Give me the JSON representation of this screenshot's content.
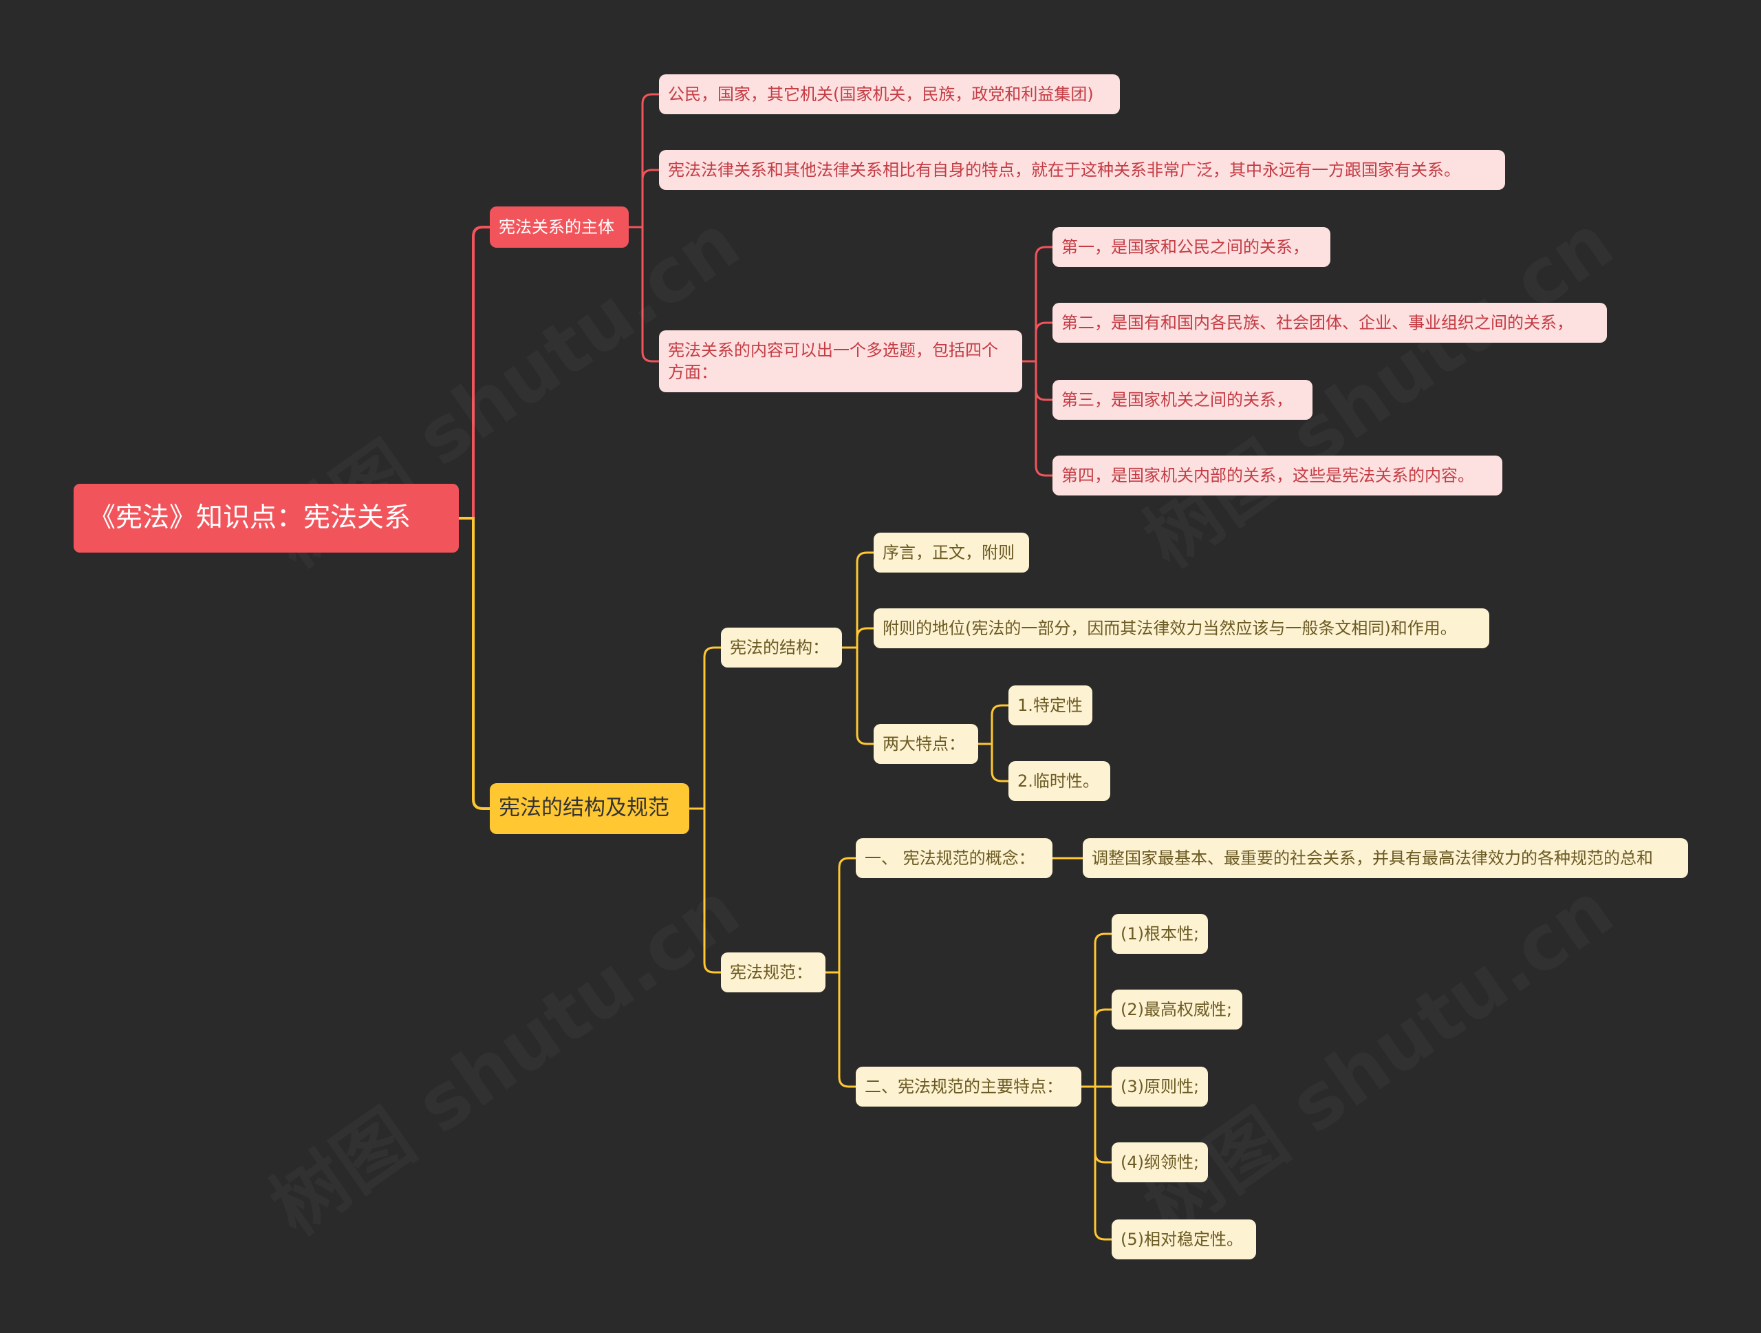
{
  "root": "《宪法》知识点：宪法关系",
  "branch_subject": {
    "title": "宪法关系的主体",
    "items": [
      "公民，国家，其它机关(国家机关，民族，政党和利益集团)",
      "宪法法律关系和其他法律关系相比有自身的特点，就在于这种关系非常广泛，其中永远有一方跟国家有关系。",
      "宪法关系的内容可以出一个多选题，包括四个方面："
    ],
    "aspects": [
      "第一，是国家和公民之间的关系，",
      "第二，是国有和国内各民族、社会团体、企业、事业组织之间的关系，",
      "第三，是国家机关之间的关系，",
      "第四，是国家机关内部的关系，这些是宪法关系的内容。"
    ]
  },
  "branch_structure": {
    "title": "宪法的结构及规范",
    "structure": {
      "title": "宪法的结构：",
      "items": [
        "序言，正文，附则",
        "附则的地位(宪法的一部分，因而其法律效力当然应该与一般条文相同)和作用。"
      ],
      "features": {
        "title": "两大特点：",
        "items": [
          "1.特定性",
          "2.临时性。"
        ]
      }
    },
    "norms": {
      "title": "宪法规范：",
      "concept": {
        "title": "一、 宪法规范的概念：",
        "text": "调整国家最基本、最重要的社会关系，并具有最高法律效力的各种规范的总和"
      },
      "traits": {
        "title": "二、宪法规范的主要特点：",
        "items": [
          "(1)根本性;",
          "(2)最高权威性;",
          "(3)原则性;",
          "(4)纲领性;",
          "(5)相对稳定性。"
        ]
      }
    }
  },
  "watermark": "树图 shutu.cn",
  "colors": {
    "background": "#2a2a2a",
    "red": "#f2545b",
    "yellow": "#ffc832",
    "pink_node": "#fde0e0",
    "cream_node": "#fdf3d2"
  }
}
